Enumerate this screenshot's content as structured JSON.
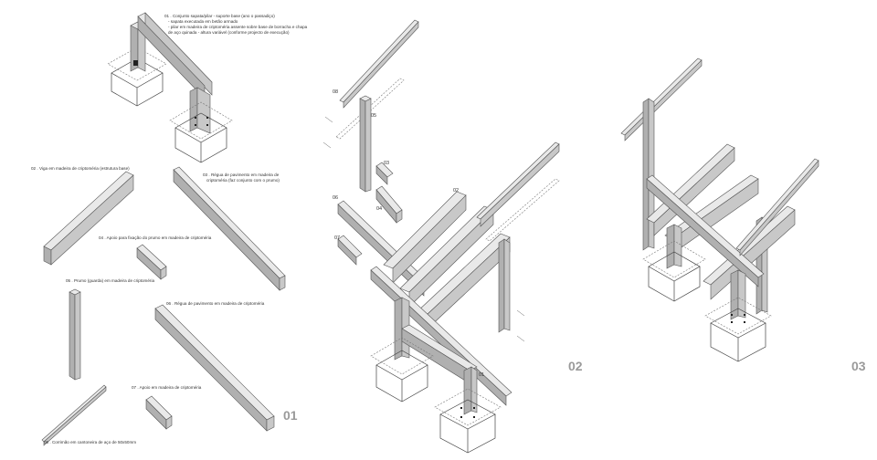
{
  "panels": [
    {
      "number": "01"
    },
    {
      "number": "02"
    },
    {
      "number": "03"
    }
  ],
  "callouts_panel1": {
    "c01": [
      "01 . Conjunto sapata/pilar - suporte base (ano o passadiço)",
      "- sapata executada em betão armado",
      "- pilar em madeira de criptoméria assente sobre base de borracha e chapa",
      "de aço quinada - altura variável (conforme projecto de execução)"
    ],
    "c02": "02 . Viga em madeira de criptoméria (estrutura base)",
    "c03": [
      "03 . Régua de pavimento em madeira de",
      "criptoméria (faz conjunto com o prumo)"
    ],
    "c04": "04 . Apoio para fixação do prumo em madeira de criptoméria",
    "c05": "05 . Prumo (guarda) em madeira de criptoméria",
    "c06": "06 . Régua de pavimento em madeira de criptoméria",
    "c07": "07 . Apoio em madeira de criptoméria",
    "c08": "08 . Corrimão em cantoneira de aço de 50x50mm"
  },
  "callouts_panel2": {
    "n01": "01",
    "n02": "02",
    "n03": "03",
    "n04": "04",
    "n05": "05",
    "n06": "06",
    "n07": "07",
    "n08": "08"
  }
}
